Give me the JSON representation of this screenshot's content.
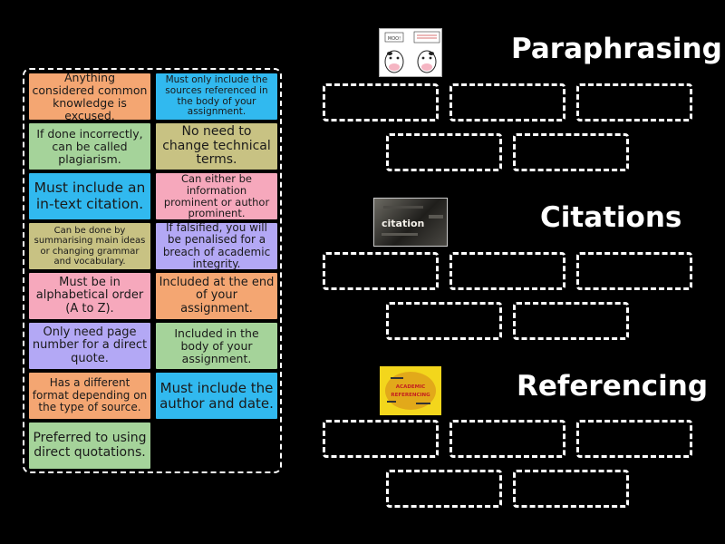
{
  "cards": [
    {
      "text": "Anything considered common knowledge is excused.",
      "color": "orange",
      "size": 12.5
    },
    {
      "text": "Must only include the sources referenced in the body of your assignment.",
      "color": "blue",
      "size": 10.5
    },
    {
      "text": "If done incorrectly, can be called plagiarism.",
      "color": "green",
      "size": 12.5
    },
    {
      "text": "No need to change technical terms.",
      "color": "olive",
      "size": 14
    },
    {
      "text": "Must include an in-text citation.",
      "color": "blue",
      "size": 15.5
    },
    {
      "text": "Can either be information prominent or author prominent.",
      "color": "pink",
      "size": 11.5
    },
    {
      "text": "Can be done by summarising main ideas or changing grammar and vocabulary.",
      "color": "olive",
      "size": 10
    },
    {
      "text": "If falsified, you will be penalised for a breach of academic integrity.",
      "color": "purple",
      "size": 12
    },
    {
      "text": "Must be in alphabetical order (A to Z).",
      "color": "pink",
      "size": 13
    },
    {
      "text": "Included at the end of your assignment.",
      "color": "orange",
      "size": 13
    },
    {
      "text": "Only need page number for a direct quote.",
      "color": "purple",
      "size": 13
    },
    {
      "text": "Included in the body of your assignment.",
      "color": "green",
      "size": 12.5
    },
    {
      "text": "Has a different format depending on the type of source.",
      "color": "orange",
      "size": 12
    },
    {
      "text": "Must include the author and date.",
      "color": "blue",
      "size": 15
    },
    {
      "text": "Preferred to using direct quotations.",
      "color": "green",
      "size": 14
    }
  ],
  "groups": [
    {
      "title": "Paraphrasing",
      "image": "cows-cartoon-image"
    },
    {
      "title": "Citations",
      "image": "citation-word-image"
    },
    {
      "title": "Referencing",
      "image": "academic-referencing-image"
    }
  ],
  "image_text": {
    "cows_left": "MOO!",
    "citation": "citation",
    "referencing_line1": "ACADEMIC",
    "referencing_line2": "REFERENCING"
  },
  "colors": {
    "orange": "#f4a672",
    "blue": "#31b9ef",
    "green": "#a5d39a",
    "olive": "#c8c283",
    "pink": "#f6a8bc",
    "purple": "#b3a8f5"
  }
}
